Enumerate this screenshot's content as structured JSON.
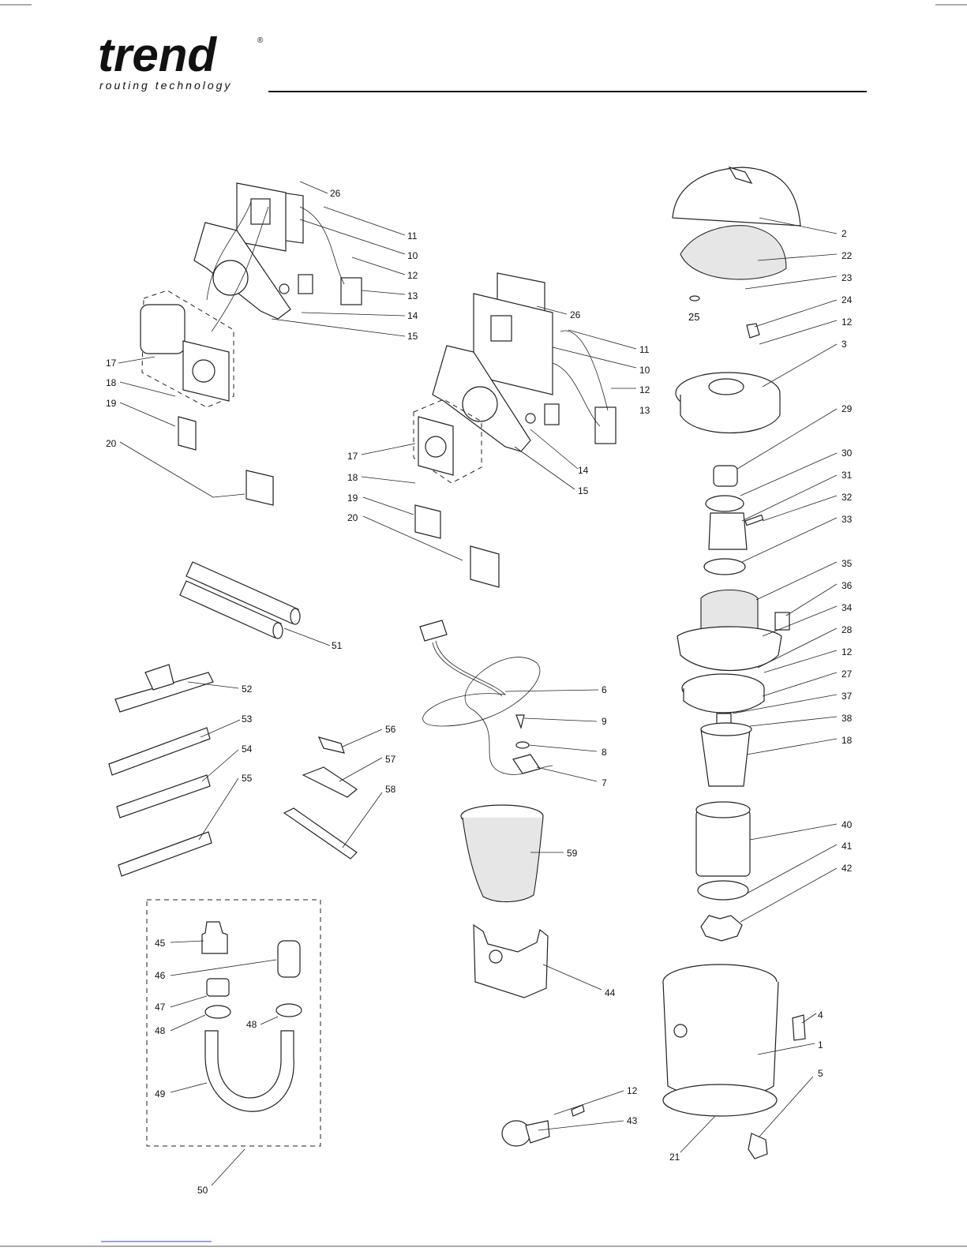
{
  "brand": {
    "name": "trend",
    "registered": "®",
    "tagline": "routing technology"
  },
  "callouts": [
    {
      "id": "c-26a",
      "text": "26"
    },
    {
      "id": "c-11a",
      "text": "11"
    },
    {
      "id": "c-10a",
      "text": "10"
    },
    {
      "id": "c-12a",
      "text": "12"
    },
    {
      "id": "c-13a",
      "text": "13"
    },
    {
      "id": "c-14a",
      "text": "14"
    },
    {
      "id": "c-15a",
      "text": "15"
    },
    {
      "id": "c-17a",
      "text": "17"
    },
    {
      "id": "c-18a",
      "text": "18"
    },
    {
      "id": "c-19a",
      "text": "19"
    },
    {
      "id": "c-20a",
      "text": "20"
    },
    {
      "id": "c-26b",
      "text": "26"
    },
    {
      "id": "c-11b",
      "text": "11"
    },
    {
      "id": "c-10b",
      "text": "10"
    },
    {
      "id": "c-12b",
      "text": "12"
    },
    {
      "id": "c-13b",
      "text": "13"
    },
    {
      "id": "c-14b",
      "text": "14"
    },
    {
      "id": "c-15b",
      "text": "15"
    },
    {
      "id": "c-17b",
      "text": "17"
    },
    {
      "id": "c-18b",
      "text": "18"
    },
    {
      "id": "c-19b",
      "text": "19"
    },
    {
      "id": "c-20b",
      "text": "20"
    },
    {
      "id": "c-2",
      "text": "2"
    },
    {
      "id": "c-22",
      "text": "22"
    },
    {
      "id": "c-23",
      "text": "23"
    },
    {
      "id": "c-24",
      "text": "24"
    },
    {
      "id": "c-25",
      "text": "25"
    },
    {
      "id": "c-12c",
      "text": "12"
    },
    {
      "id": "c-3",
      "text": "3"
    },
    {
      "id": "c-29",
      "text": "29"
    },
    {
      "id": "c-30",
      "text": "30"
    },
    {
      "id": "c-31",
      "text": "31"
    },
    {
      "id": "c-32",
      "text": "32"
    },
    {
      "id": "c-33",
      "text": "33"
    },
    {
      "id": "c-35",
      "text": "35"
    },
    {
      "id": "c-36",
      "text": "36"
    },
    {
      "id": "c-34",
      "text": "34"
    },
    {
      "id": "c-28",
      "text": "28"
    },
    {
      "id": "c-12d",
      "text": "12"
    },
    {
      "id": "c-27",
      "text": "27"
    },
    {
      "id": "c-37",
      "text": "37"
    },
    {
      "id": "c-38",
      "text": "38"
    },
    {
      "id": "c-18c",
      "text": "18"
    },
    {
      "id": "c-40",
      "text": "40"
    },
    {
      "id": "c-41",
      "text": "41"
    },
    {
      "id": "c-42",
      "text": "42"
    },
    {
      "id": "c-4",
      "text": "4"
    },
    {
      "id": "c-1",
      "text": "1"
    },
    {
      "id": "c-5",
      "text": "5"
    },
    {
      "id": "c-21",
      "text": "21"
    },
    {
      "id": "c-51",
      "text": "51"
    },
    {
      "id": "c-52",
      "text": "52"
    },
    {
      "id": "c-53",
      "text": "53"
    },
    {
      "id": "c-54",
      "text": "54"
    },
    {
      "id": "c-55",
      "text": "55"
    },
    {
      "id": "c-56",
      "text": "56"
    },
    {
      "id": "c-57",
      "text": "57"
    },
    {
      "id": "c-58",
      "text": "58"
    },
    {
      "id": "c-6",
      "text": "6"
    },
    {
      "id": "c-9",
      "text": "9"
    },
    {
      "id": "c-8",
      "text": "8"
    },
    {
      "id": "c-7",
      "text": "7"
    },
    {
      "id": "c-59",
      "text": "59"
    },
    {
      "id": "c-44",
      "text": "44"
    },
    {
      "id": "c-12e",
      "text": "12"
    },
    {
      "id": "c-43",
      "text": "43"
    },
    {
      "id": "c-45",
      "text": "45"
    },
    {
      "id": "c-46",
      "text": "46"
    },
    {
      "id": "c-47",
      "text": "47"
    },
    {
      "id": "c-48a",
      "text": "48"
    },
    {
      "id": "c-48b",
      "text": "48"
    },
    {
      "id": "c-49",
      "text": "49"
    },
    {
      "id": "c-50",
      "text": "50"
    }
  ]
}
